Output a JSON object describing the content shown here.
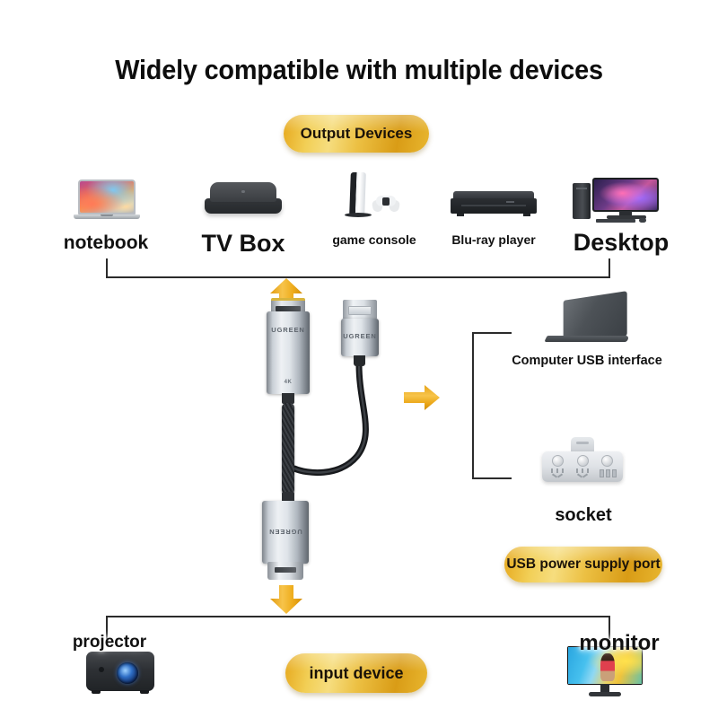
{
  "title": "Widely compatible with multiple devices",
  "badges": {
    "output_devices": "Output Devices",
    "usb_power_supply": "USB power supply port",
    "input_device": "input device"
  },
  "output_devices": [
    {
      "label": "notebook",
      "icon": "laptop-icon"
    },
    {
      "label": "TV Box",
      "icon": "tv-box-icon"
    },
    {
      "label": "game console",
      "icon": "game-console-icon"
    },
    {
      "label": "Blu-ray player",
      "icon": "bluray-player-icon"
    },
    {
      "label": "Desktop",
      "icon": "desktop-computer-icon"
    }
  ],
  "input_devices": [
    {
      "label": "projector",
      "icon": "projector-icon"
    },
    {
      "label": "monitor",
      "icon": "monitor-icon"
    }
  ],
  "power_side": [
    {
      "label": "Computer USB interface",
      "icon": "laptop-rear-icon"
    },
    {
      "label": "socket",
      "icon": "power-strip-icon"
    }
  ],
  "product": {
    "brand": "UGREEN",
    "resolution_tag": "4K",
    "connectors": [
      {
        "name": "hdmi-connector",
        "brand": "UGREEN",
        "tag": "4K"
      },
      {
        "name": "usb-a-power-connector",
        "brand": "UGREEN",
        "tag": ""
      },
      {
        "name": "displayport-connector",
        "brand": "UGREEN",
        "tag": ""
      }
    ]
  },
  "colors": {
    "badge_gold_dark": "#d99c16",
    "badge_gold_light": "#f6dd7e",
    "arrow_orange": "#f0a81e",
    "line_dark": "#2b2b2b",
    "text_dark": "#111111",
    "background": "#ffffff"
  },
  "arrows": [
    {
      "name": "arrow-up-to-output-devices",
      "direction": "up"
    },
    {
      "name": "arrow-right-to-power",
      "direction": "right"
    },
    {
      "name": "arrow-down-to-input-device",
      "direction": "down"
    }
  ]
}
